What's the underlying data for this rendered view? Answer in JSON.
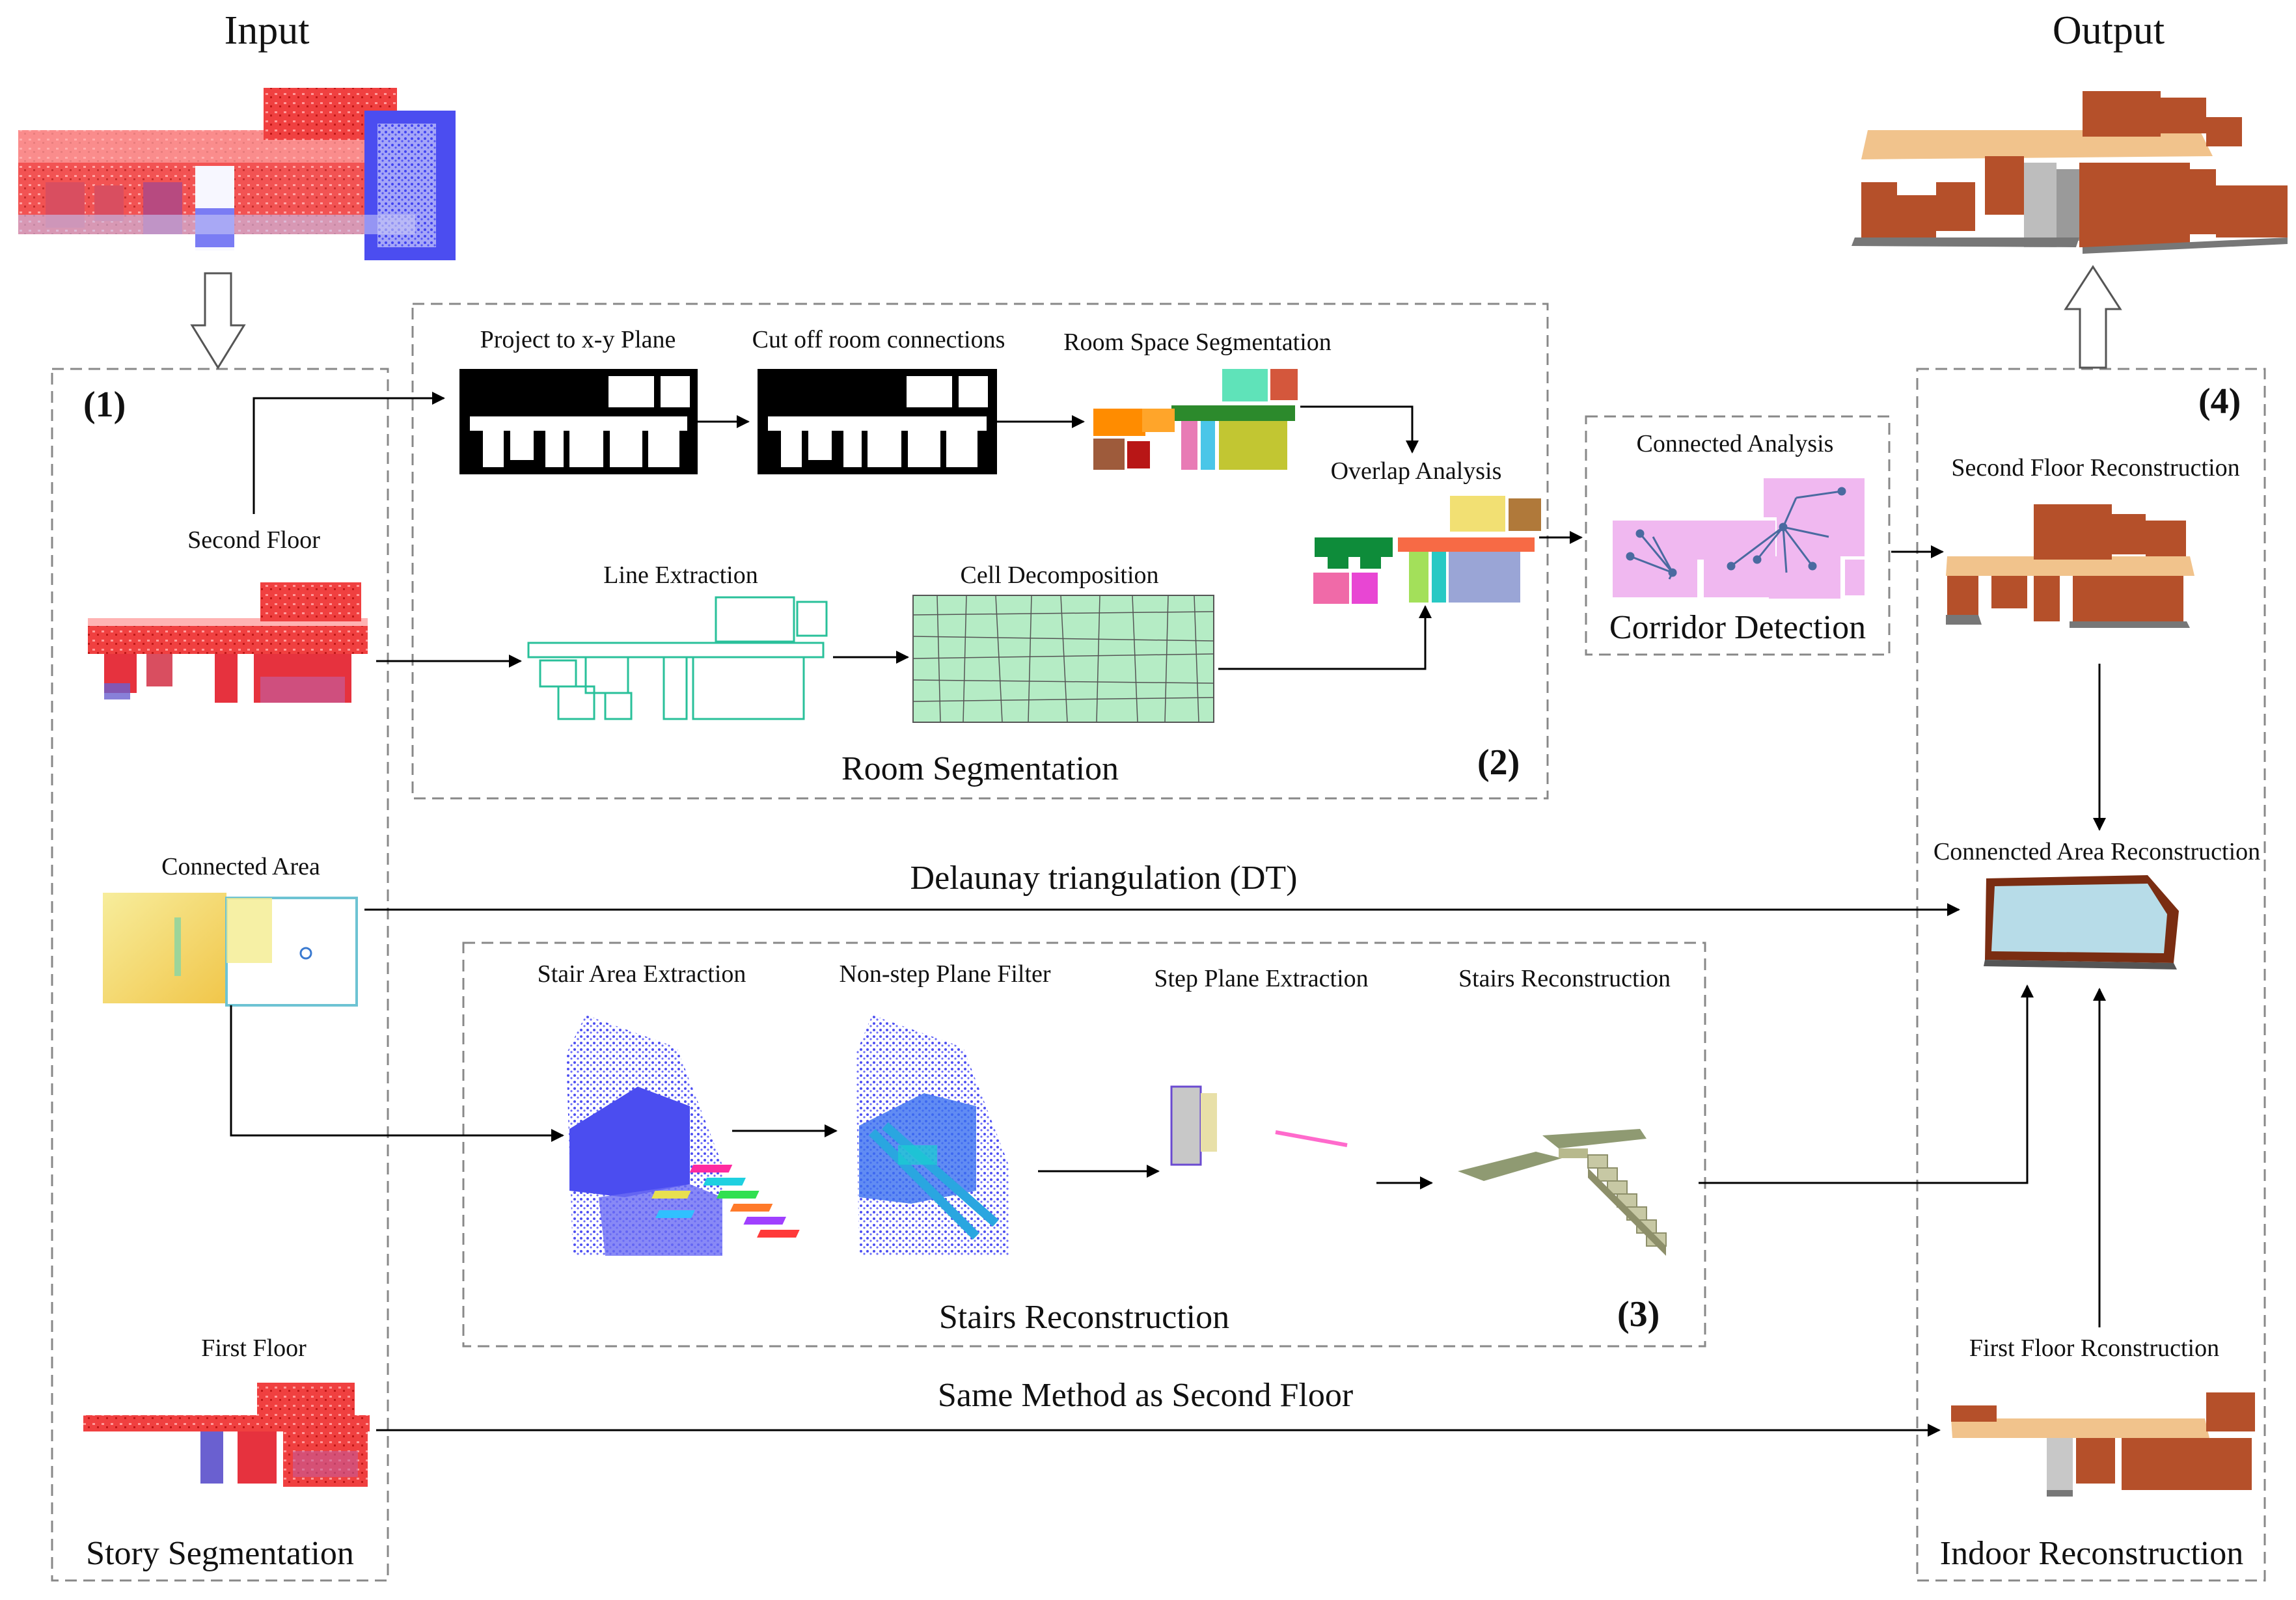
{
  "titles": {
    "input": "Input",
    "output": "Output"
  },
  "story": {
    "number": "(1)",
    "second_floor": "Second Floor",
    "connected_area": "Connected Area",
    "first_floor": "First Floor",
    "caption": "Story Segmentation"
  },
  "room": {
    "number": "(2)",
    "project": "Project to x-y Plane",
    "cutoff": "Cut off room connections",
    "space_seg": "Room Space Segmentation",
    "overlap": "Overlap Analysis",
    "line": "Line Extraction",
    "cell": "Cell Decomposition",
    "caption": "Room Segmentation"
  },
  "corridor": {
    "connected_analysis": "Connected Analysis",
    "caption": "Corridor Detection"
  },
  "stairs": {
    "number": "(3)",
    "area": "Stair Area Extraction",
    "nonstep": "Non-step Plane Filter",
    "step": "Step Plane Extraction",
    "recon": "Stairs  Reconstruction",
    "caption": "Stairs Reconstruction"
  },
  "indoor": {
    "number": "(4)",
    "second": "Second Floor Reconstruction",
    "connected": "Connencted Area Reconstruction",
    "first": "First Floor Rconstruction",
    "caption": "Indoor Reconstruction"
  },
  "flows": {
    "dt": "Delaunay triangulation (DT)",
    "same": "Same Method as Second Floor"
  },
  "colors": {
    "red": "#e8232b",
    "blue": "#3a3cf0",
    "brick": "#b5502a",
    "wall_top": "#7a2d12",
    "floor": "#f1c38c",
    "pink": "#f0b8f0",
    "edge": "#4a6aa0"
  }
}
